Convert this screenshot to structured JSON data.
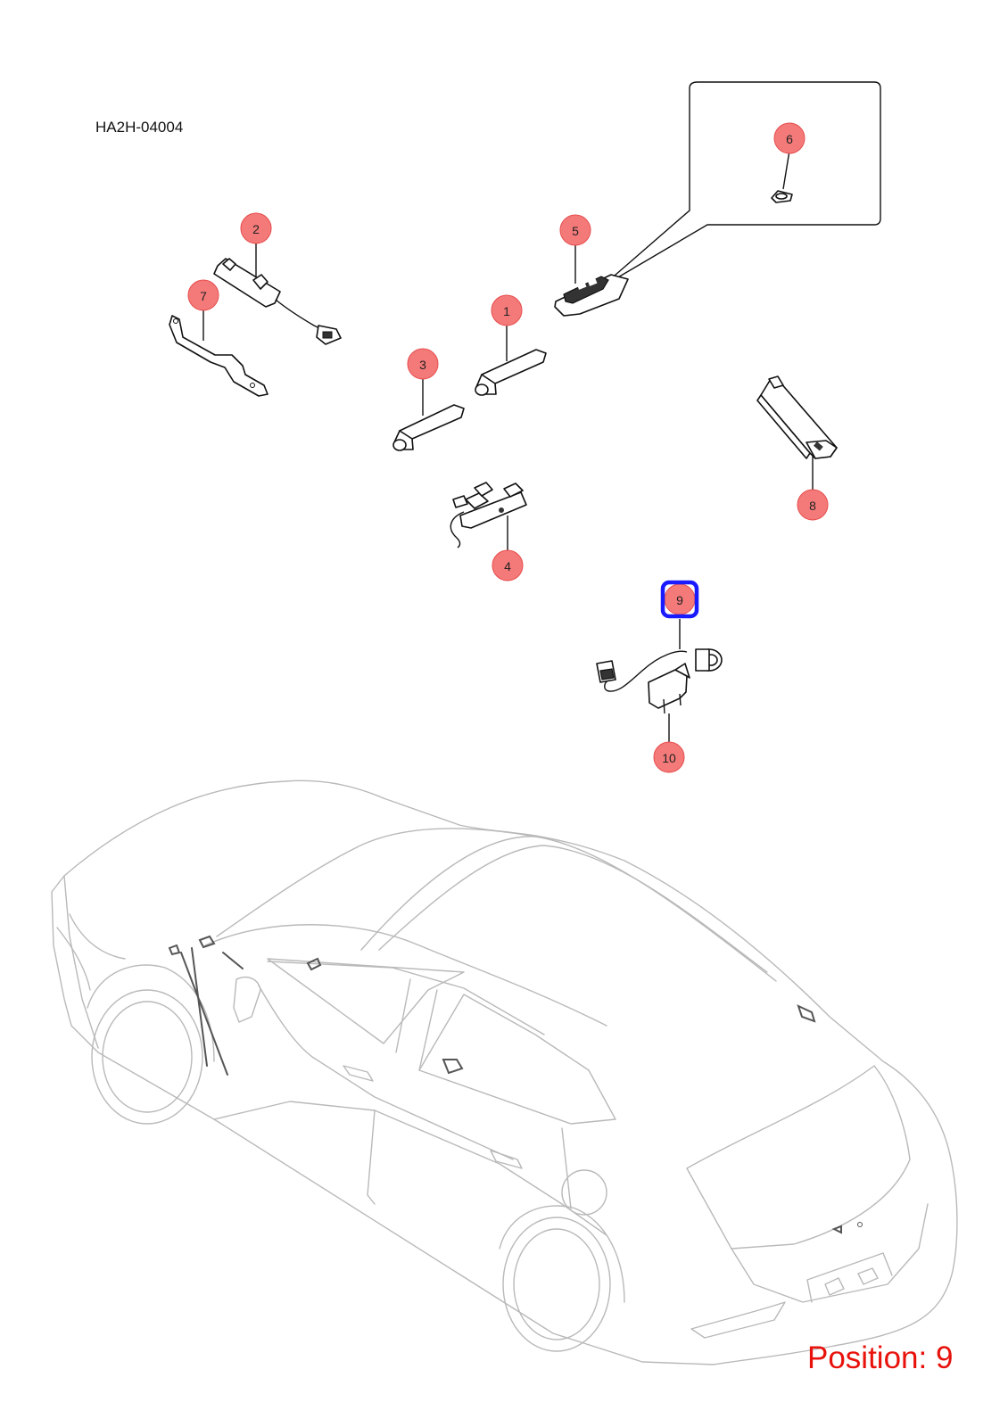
{
  "diagram_code": "HA2H-04004",
  "position_label": "Position: 9",
  "callouts": [
    {
      "id": "1",
      "label": "1"
    },
    {
      "id": "2",
      "label": "2"
    },
    {
      "id": "3",
      "label": "3"
    },
    {
      "id": "4",
      "label": "4"
    },
    {
      "id": "5",
      "label": "5"
    },
    {
      "id": "6",
      "label": "6"
    },
    {
      "id": "7",
      "label": "7"
    },
    {
      "id": "8",
      "label": "8"
    },
    {
      "id": "9",
      "label": "9"
    },
    {
      "id": "10",
      "label": "10"
    }
  ],
  "selected_callout": "9",
  "colors": {
    "callout_fill": "#f47a7a",
    "selection": "#1a1aff",
    "position_text": "#e8120c",
    "car_outline": "#b9b9b9"
  }
}
